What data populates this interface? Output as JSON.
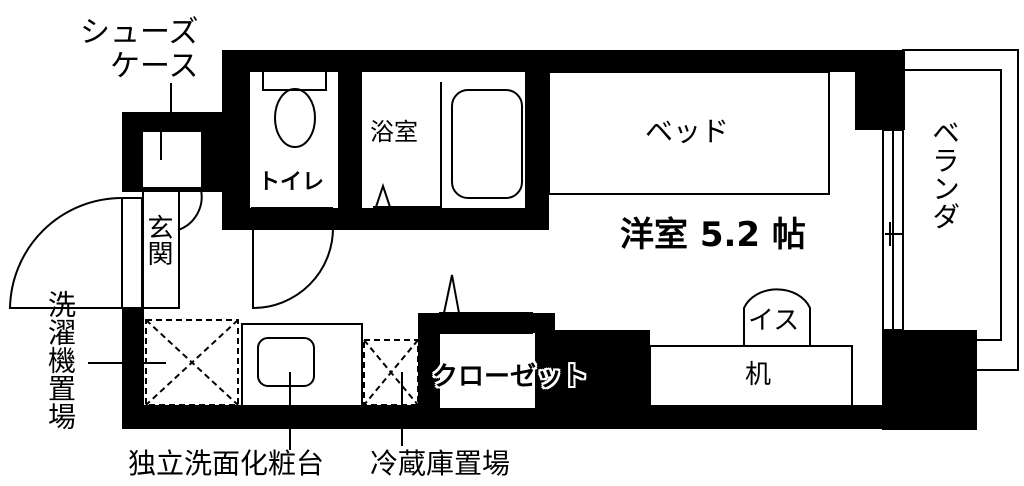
{
  "floorplan": {
    "room_main": {
      "label": "洋室 5.2 帖",
      "type": "洋室",
      "size": "5.2",
      "unit": "帖"
    },
    "rooms": {
      "toilet": "トイレ",
      "bath": "浴室",
      "entrance": "玄関",
      "balcony": "ベランダ",
      "closet": "クローゼット"
    },
    "furniture": {
      "bed": "ベッド",
      "chair": "イス",
      "desk": "机"
    },
    "callouts": {
      "shoe_case_line1": "シューズ",
      "shoe_case_line2": "ケース",
      "washer_space": "洗濯機置場",
      "vanity": "独立洗面化粧台",
      "fridge_space": "冷蔵庫置場"
    },
    "colors": {
      "wall": "#000000",
      "floor": "#ffffff",
      "line": "#000000"
    }
  }
}
